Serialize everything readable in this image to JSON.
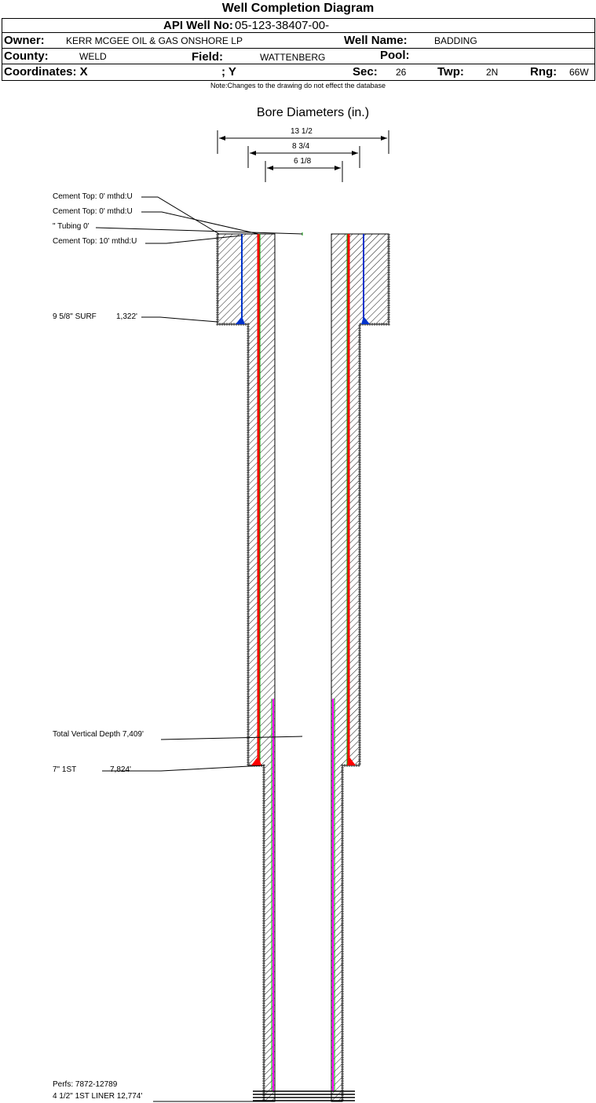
{
  "title": "Well Completion Diagram",
  "header": {
    "api_label": "API Well No:",
    "api_value": "05-123-38407-00-",
    "owner_label": "Owner:",
    "owner_value": "KERR MCGEE OIL & GAS ONSHORE LP",
    "well_name_label": "Well Name:",
    "well_name_value": "BADDING",
    "county_label": "County:",
    "county_value": "WELD",
    "field_label": "Field:",
    "field_value": "WATTENBERG",
    "pool_label": "Pool:",
    "coord_x_label": "Coordinates: X",
    "coord_y_label": "; Y",
    "sec_label": "Sec:",
    "sec_value": "26",
    "twp_label": "Twp:",
    "twp_value": "2N",
    "rng_label": "Rng:",
    "rng_value": "66W"
  },
  "note": "Note:Changes to the drawing do not effect the database",
  "bore": {
    "title": "Bore Diameters (in.)",
    "dims": [
      "13 1/2",
      "8 3/4",
      "6 1/8"
    ]
  },
  "labels": {
    "cement1": "Cement Top: 0' mthd:U",
    "cement2": "Cement Top: 0' mthd:U",
    "tubing": "\" Tubing 0'",
    "cement3": "Cement Top: 10' mthd:U",
    "surf": "9 5/8\" SURF",
    "surf_depth": "1,322'",
    "tvd": "Total Vertical Depth 7,409'",
    "first": "7\" 1ST",
    "first_depth": "7,824'",
    "liner": "4 1/2\" 1ST LINER 12,774'",
    "perfs": "Perfs: 7872-12789"
  },
  "colors": {
    "cement": "#ff0000",
    "surface_casing": "#0033cc",
    "liner": "#ff00ff",
    "casing_edge": "#00a000"
  }
}
